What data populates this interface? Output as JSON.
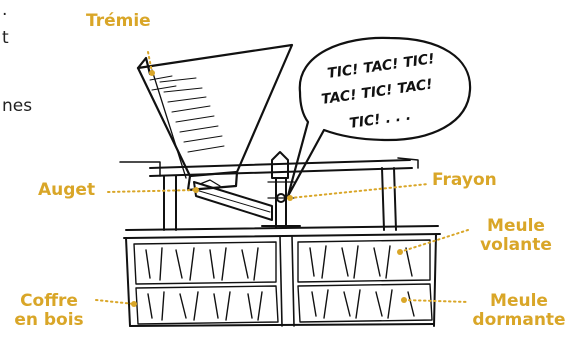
{
  "colors": {
    "label": "#d9a628",
    "ink": "#111111"
  },
  "labels": {
    "tremie": "Trémie",
    "auget": "Auget",
    "frayon": "Frayon",
    "meule_volante_line1": "Meule",
    "meule_volante_line2": "volante",
    "coffre_line1": "Coffre",
    "coffre_line2": "en bois",
    "meule_dormante_line1": "Meule",
    "meule_dormante_line2": "dormante"
  },
  "speech_bubble": {
    "line1": "TIC! TAC! TIC!",
    "line2": "TAC! TIC! TAC!",
    "line3": "TIC! . . ."
  },
  "cut_text": {
    "line1": ".",
    "line2": "t",
    "line3": "nes"
  }
}
